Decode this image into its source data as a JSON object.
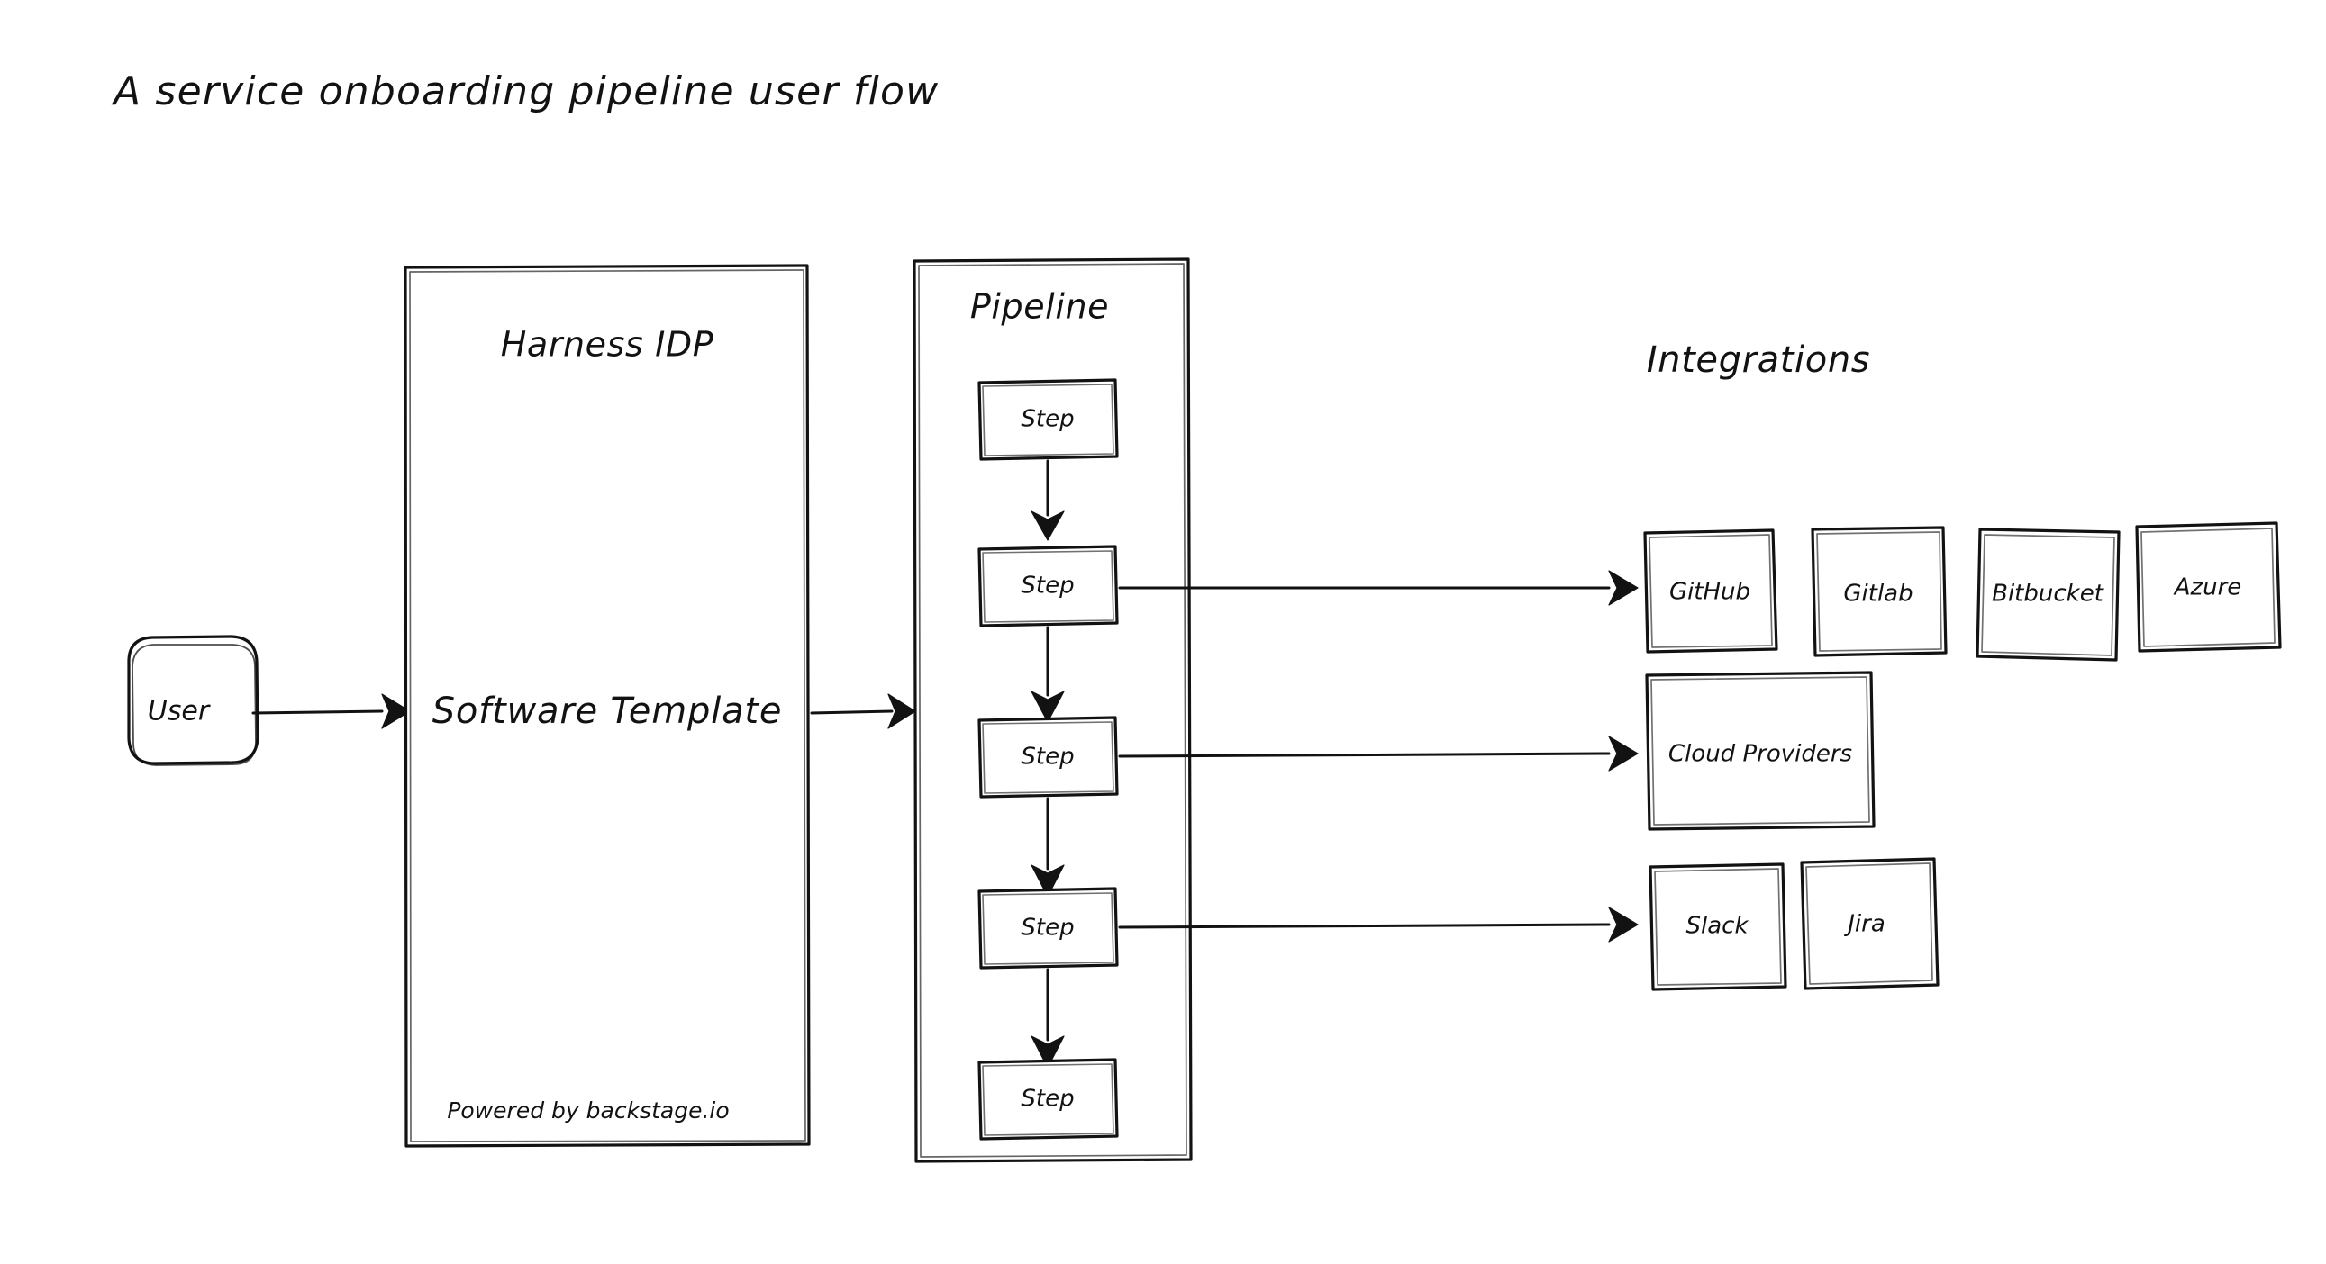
{
  "page": {
    "title": "A service onboarding pipeline user flow",
    "background_color": "#ffffff",
    "ink_color": "#121212",
    "style": "hand-drawn sketch"
  },
  "actor": {
    "label": "User"
  },
  "idp_container": {
    "title": "Harness IDP",
    "main_label": "Software Template",
    "footer": "Powered by backstage.io"
  },
  "pipeline_container": {
    "title": "Pipeline",
    "steps": [
      {
        "label": "Step"
      },
      {
        "label": "Step"
      },
      {
        "label": "Step"
      },
      {
        "label": "Step"
      },
      {
        "label": "Step"
      }
    ]
  },
  "integrations": {
    "heading": "Integrations",
    "scm_row": [
      {
        "label": "GitHub"
      },
      {
        "label": "Gitlab"
      },
      {
        "label": "Bitbucket"
      },
      {
        "label": "Azure"
      }
    ],
    "cloud_row": [
      {
        "label": "Cloud Providers"
      }
    ],
    "tools_row": [
      {
        "label": "Slack"
      },
      {
        "label": "Jira"
      }
    ]
  },
  "connectors": [
    {
      "name": "user-to-idp",
      "from": "User",
      "to": "Harness IDP"
    },
    {
      "name": "idp-to-pipeline",
      "from": "Software Template",
      "to": "Pipeline"
    },
    {
      "name": "step2-to-scm",
      "from": "Step 2",
      "to": "GitHub"
    },
    {
      "name": "step3-to-cloud",
      "from": "Step 3",
      "to": "Cloud Providers"
    },
    {
      "name": "step4-to-tools",
      "from": "Step 4",
      "to": "Slack"
    },
    {
      "name": "step1-to-step2",
      "from": "Step 1",
      "to": "Step 2"
    },
    {
      "name": "step2-to-step3",
      "from": "Step 2",
      "to": "Step 3"
    },
    {
      "name": "step3-to-step4",
      "from": "Step 3",
      "to": "Step 4"
    },
    {
      "name": "step4-to-step5",
      "from": "Step 4",
      "to": "Step 5"
    }
  ]
}
